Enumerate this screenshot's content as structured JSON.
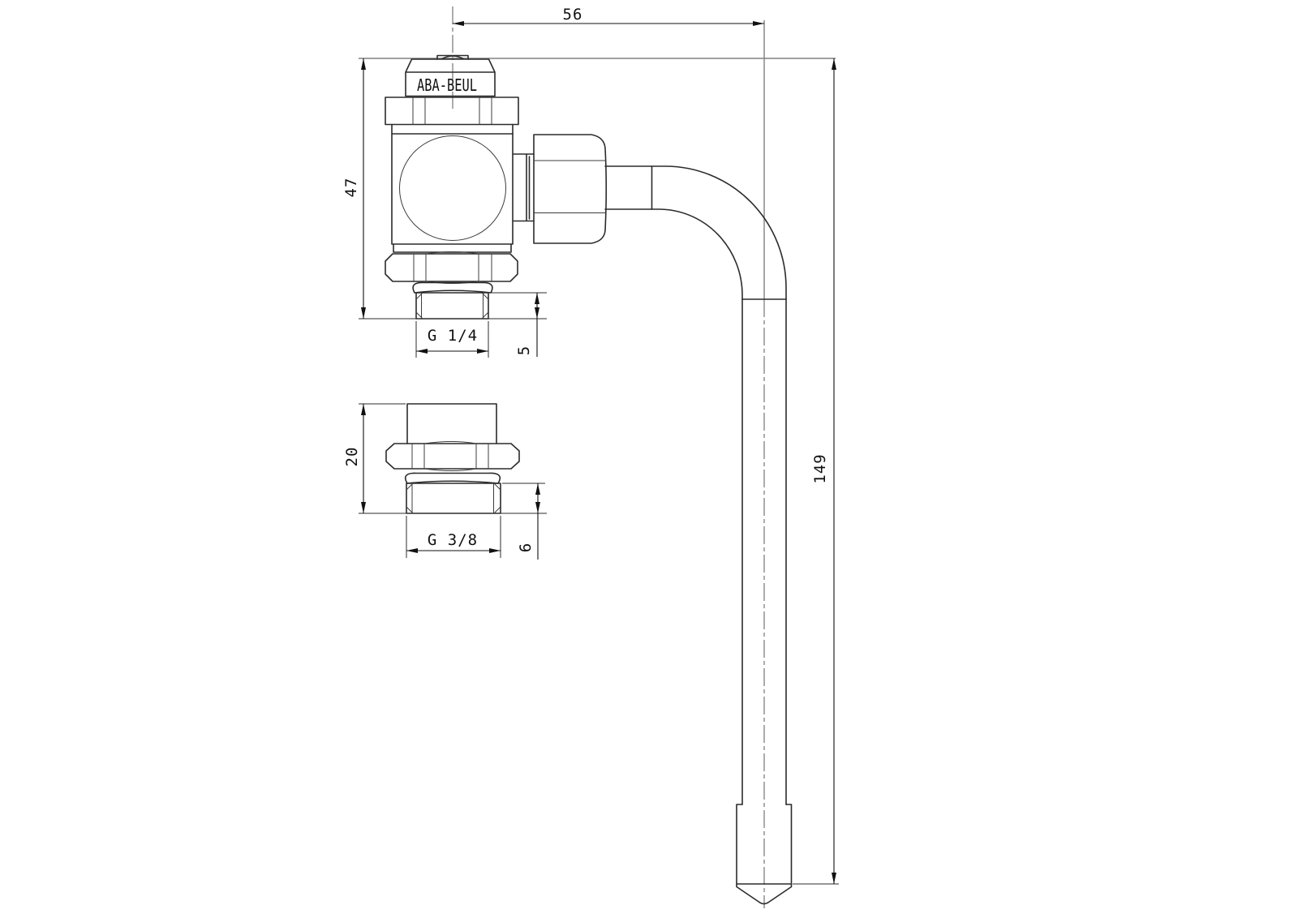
{
  "drawing": {
    "title_hint": "valve-fitting-dimension-drawing",
    "background": "#ffffff",
    "part_line_color": "#2b2b2b",
    "dimension_color": "#111111",
    "extension_line_color": "#808080",
    "centerline_color": "#5a5a5a",
    "brand": "ABA-BEUL",
    "dimensions": {
      "offset_top": "56",
      "valve_height": "47",
      "valve_thread": "G 1/4",
      "valve_thread_length": "5",
      "adapter_height": "20",
      "adapter_thread": "G 3/8",
      "adapter_thread_length": "6",
      "probe_length": "149"
    }
  }
}
